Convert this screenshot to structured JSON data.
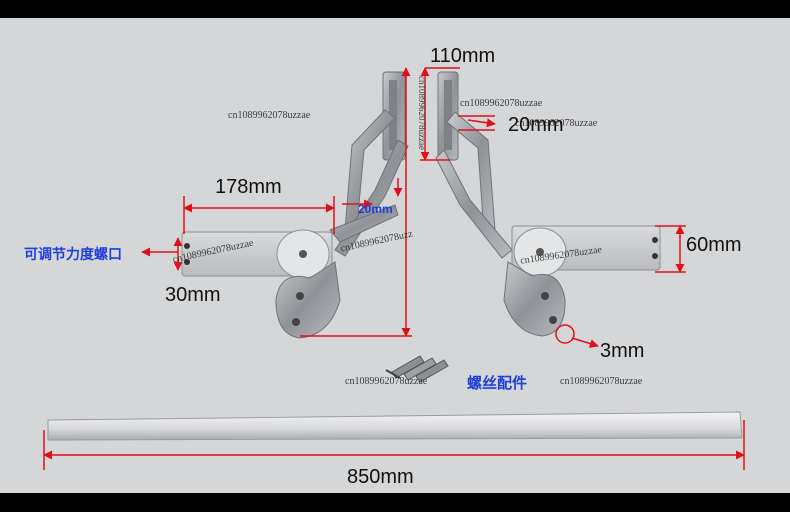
{
  "labels": {
    "top_width": "110mm",
    "top_offset": "20mm",
    "left_width": "178mm",
    "arm_gap": "20mm",
    "height_right": "60mm",
    "left_height": "30mm",
    "hole": "3mm",
    "bar_length": "850mm",
    "adjust_screw": "可调节力度螺口",
    "screw_parts": "螺丝配件"
  },
  "watermarks": [
    "cn1089962078uzzae",
    "cn1089962078uzzae",
    "cn1089962078uzzae",
    "cn1089962078uzzae",
    "cn1089962078uzzae",
    "cn1089962078uzz",
    "cn1089962078uzzae",
    "cn1089962078uzzae",
    "cn1089962078uzzae"
  ],
  "colors": {
    "background": "#d5d6d8",
    "metal": "#9fa3a8",
    "dimension_lines": "#e0101a",
    "annotation_blue": "#1f3fd9"
  }
}
